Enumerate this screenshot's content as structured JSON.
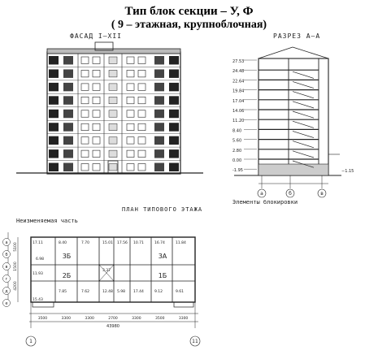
{
  "header": {
    "title": "Тип блок секции – У, Ф",
    "subtitle": "( 9 – этажная, крупноблочная)"
  },
  "facade": {
    "label": "ФАСАД I–XII",
    "floors": 9
  },
  "section": {
    "label": "РАЗРЕЗ А–А",
    "levels": [
      "27.53",
      "24.48",
      "22.64",
      "19.84",
      "17.04",
      "14.06",
      "11.20",
      "8.40",
      "5.60",
      "2.80",
      "0.00",
      "-1.95"
    ],
    "side_mark": "−1.15",
    "axes": [
      "а",
      "б",
      "в"
    ]
  },
  "plan": {
    "title": "ПЛАН ТИПОВОГО ЭТАЖА",
    "left_caption": "Неизменяемая часть",
    "right_caption": "Элементы блокировки",
    "rooms": [
      "3Б",
      "2Б",
      "3А",
      "1Б"
    ],
    "room_areas": [
      "17.11",
      "8.40",
      "7.70",
      "15.01",
      "17.56",
      "10.71",
      "16.74",
      "11.84",
      "11.93",
      "7.85",
      "7.62",
      "12.48",
      "5.98",
      "17.44",
      "15.43",
      "9.12",
      "9.61",
      "6.98",
      "3.37"
    ],
    "dims_bottom": [
      "3500",
      "3300",
      "3300",
      "2700",
      "3300",
      "3500",
      "3300"
    ],
    "dims_total": "43980",
    "dims_left": [
      "5100",
      "1500",
      "4200"
    ],
    "axes_left": [
      "а",
      "б",
      "в",
      "г",
      "д",
      "е"
    ],
    "axes_bottom": [
      "1",
      "11"
    ]
  }
}
